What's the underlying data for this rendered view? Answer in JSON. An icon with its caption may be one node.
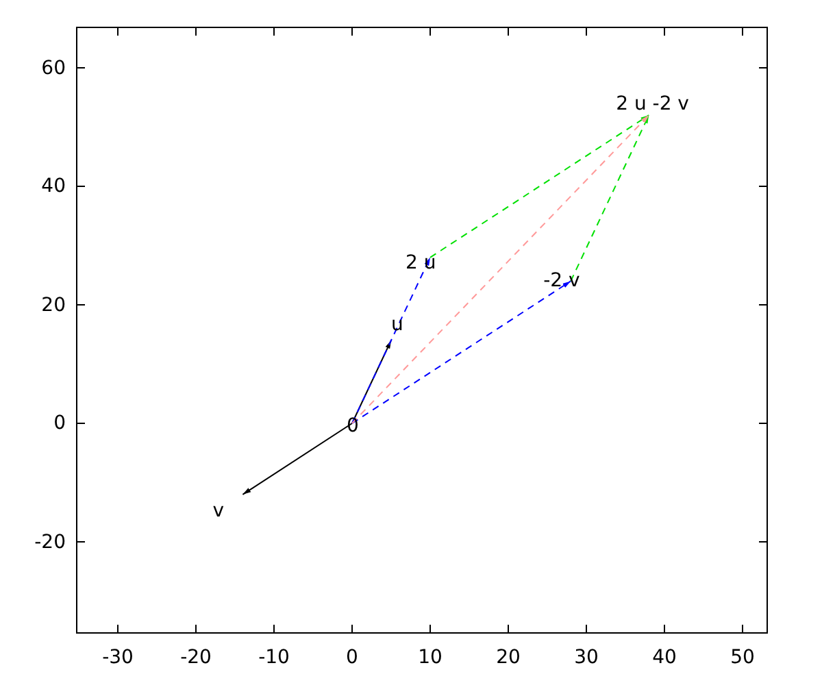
{
  "diagram": {
    "nodes": [
      {
        "text": [
          "0"
        ]
      },
      {
        "text": [
          "u"
        ]
      },
      {
        "text": [
          "v"
        ]
      },
      {
        "text": [
          "2 u"
        ]
      },
      {
        "text": [
          "-2 v"
        ]
      },
      {
        "text": [
          "2 u -2 v"
        ]
      }
    ],
    "edges": [
      {
        "from": 0,
        "to": 1,
        "arrow": "to"
      },
      {
        "from": 0,
        "to": 2,
        "arrow": "to"
      },
      {
        "from": 0,
        "to": 3,
        "arrow": "to",
        "style": "dashed",
        "color": "#0000ff"
      },
      {
        "from": 0,
        "to": 4,
        "arrow": "to",
        "style": "dashed",
        "color": "#0000ff"
      },
      {
        "from": 3,
        "to": 5,
        "arrow": "to",
        "style": "dashed",
        "color": "#00e000"
      },
      {
        "from": 4,
        "to": 5,
        "arrow": "to",
        "style": "dashed",
        "color": "#00e000"
      },
      {
        "from": 0,
        "to": 5,
        "arrow": "to",
        "style": "dashed",
        "color": "#ff9999"
      }
    ],
    "labels": [
      "60",
      "40",
      "20",
      "0",
      "-20",
      "-30",
      "-20",
      "-10",
      "0",
      "10",
      "20",
      "30",
      "40",
      "50"
    ]
  }
}
